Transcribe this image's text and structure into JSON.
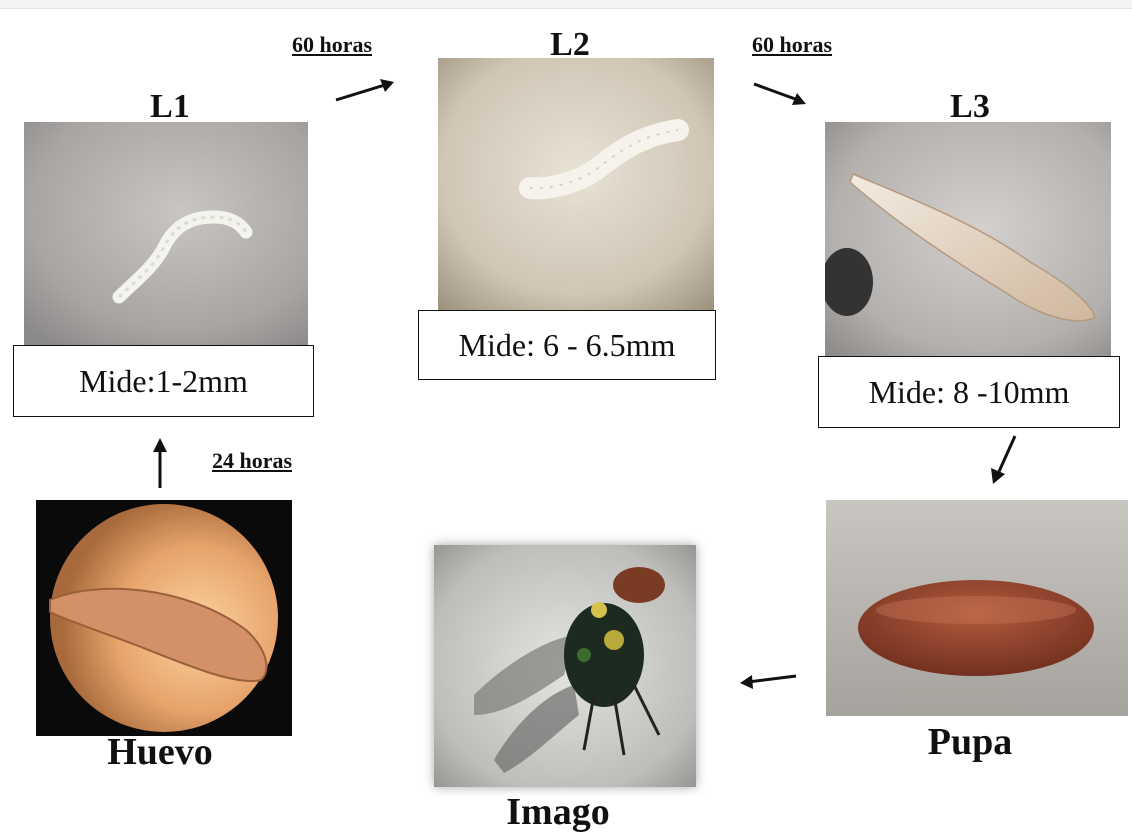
{
  "stages": {
    "l1": {
      "title": "L1",
      "size": "Mide:1-2mm"
    },
    "l2": {
      "title": "L2",
      "size": "Mide: 6 - 6.5mm"
    },
    "l3": {
      "title": "L3",
      "size": "Mide: 8 -10mm"
    },
    "huevo": {
      "title": "Huevo"
    },
    "pupa": {
      "title": "Pupa"
    },
    "imago": {
      "title": "Imago"
    }
  },
  "transitions": {
    "huevo_to_l1": "24 horas",
    "l1_to_l2": "60 horas",
    "l2_to_l3": "60 horas"
  },
  "colors": {
    "text": "#111111",
    "arrow": "#111111",
    "egg_light": "#f0b57a",
    "egg_dark": "#c98555",
    "pupa_brown": "#8a3f2a"
  }
}
